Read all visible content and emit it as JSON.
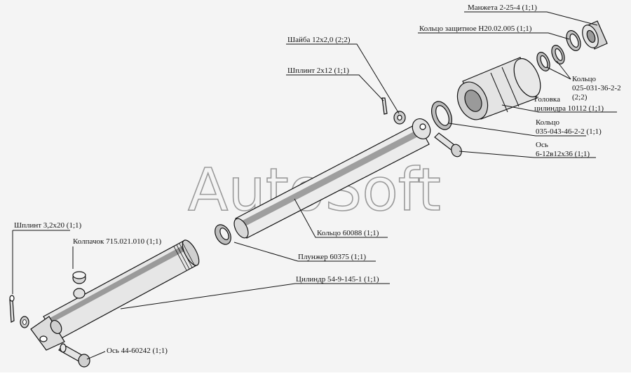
{
  "watermark": "AutoSoft",
  "labels": {
    "manzheta": "Манжета 2-25-4 (1;1)",
    "koltso_zashchitnoe": "Кольцо защитное Н20.02.005 (1;1)",
    "koltso_025_a": "Кольцо",
    "koltso_025_b": "025-031-36-2-2",
    "koltso_025_c": "(2;2)",
    "golovka_a": "Головка",
    "golovka_b": "цилиндра 10112 (1;1)",
    "koltso_035_a": "Кольцо",
    "koltso_035_b": "035-043-46-2-2 (1;1)",
    "os_top_a": "Ось",
    "os_top_b": "6-12в12х36 (1;1)",
    "shaiba": "Шайба 12х2,0 (2;2)",
    "shplint_2x12": "Шплинт 2х12 (1;1)",
    "koltso_60088": "Кольцо 60088 (1;1)",
    "plunzher": "Плунжер 60375 (1;1)",
    "tsilindr": "Цилиндр 54-9-145-1 (1;1)",
    "kolpachok": "Колпачок 715.021.010 (1;1)",
    "shplint_32x20": "Шплинт 3,2х20 (1;1)",
    "os_bottom": "Ось 44-60242 (1;1)"
  }
}
